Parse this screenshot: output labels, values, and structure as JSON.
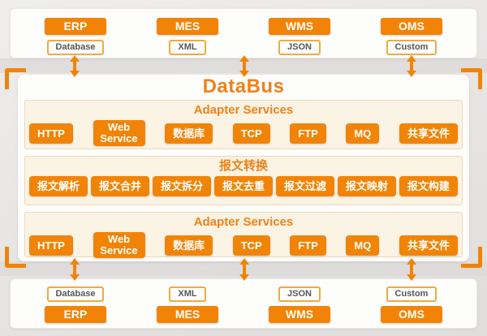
{
  "databus": {
    "title": "DataBus"
  },
  "top_card": {
    "columns": [
      {
        "system": "ERP",
        "format": "Database"
      },
      {
        "system": "MES",
        "format": "XML"
      },
      {
        "system": "WMS",
        "format": "JSON"
      },
      {
        "system": "OMS",
        "format": "Custom"
      }
    ]
  },
  "bottom_card": {
    "columns": [
      {
        "system": "ERP",
        "format": "Database"
      },
      {
        "system": "MES",
        "format": "XML"
      },
      {
        "system": "WMS",
        "format": "JSON"
      },
      {
        "system": "OMS",
        "format": "Custom"
      }
    ]
  },
  "sections": [
    {
      "title": "Adapter Services",
      "items": [
        "HTTP",
        "Web Service",
        "数据库",
        "TCP",
        "FTP",
        "MQ",
        "共享文件"
      ]
    },
    {
      "title": "报文转换",
      "items": [
        "报文解析",
        "报文合并",
        "报文拆分",
        "报文去重",
        "报文过滤",
        "报文映射",
        "报文构建"
      ]
    },
    {
      "title": "Adapter Services",
      "items": [
        "HTTP",
        "Web Service",
        "数据库",
        "TCP",
        "FTP",
        "MQ",
        "共享文件"
      ]
    }
  ],
  "colors": {
    "accent_orange": "#f18406",
    "title_orange": "#ee8219",
    "section_background": "#fbf3e4",
    "section_border": "#ebd9b8",
    "card_background": "#fdfdfc",
    "page_background": "#e8e6e5"
  }
}
